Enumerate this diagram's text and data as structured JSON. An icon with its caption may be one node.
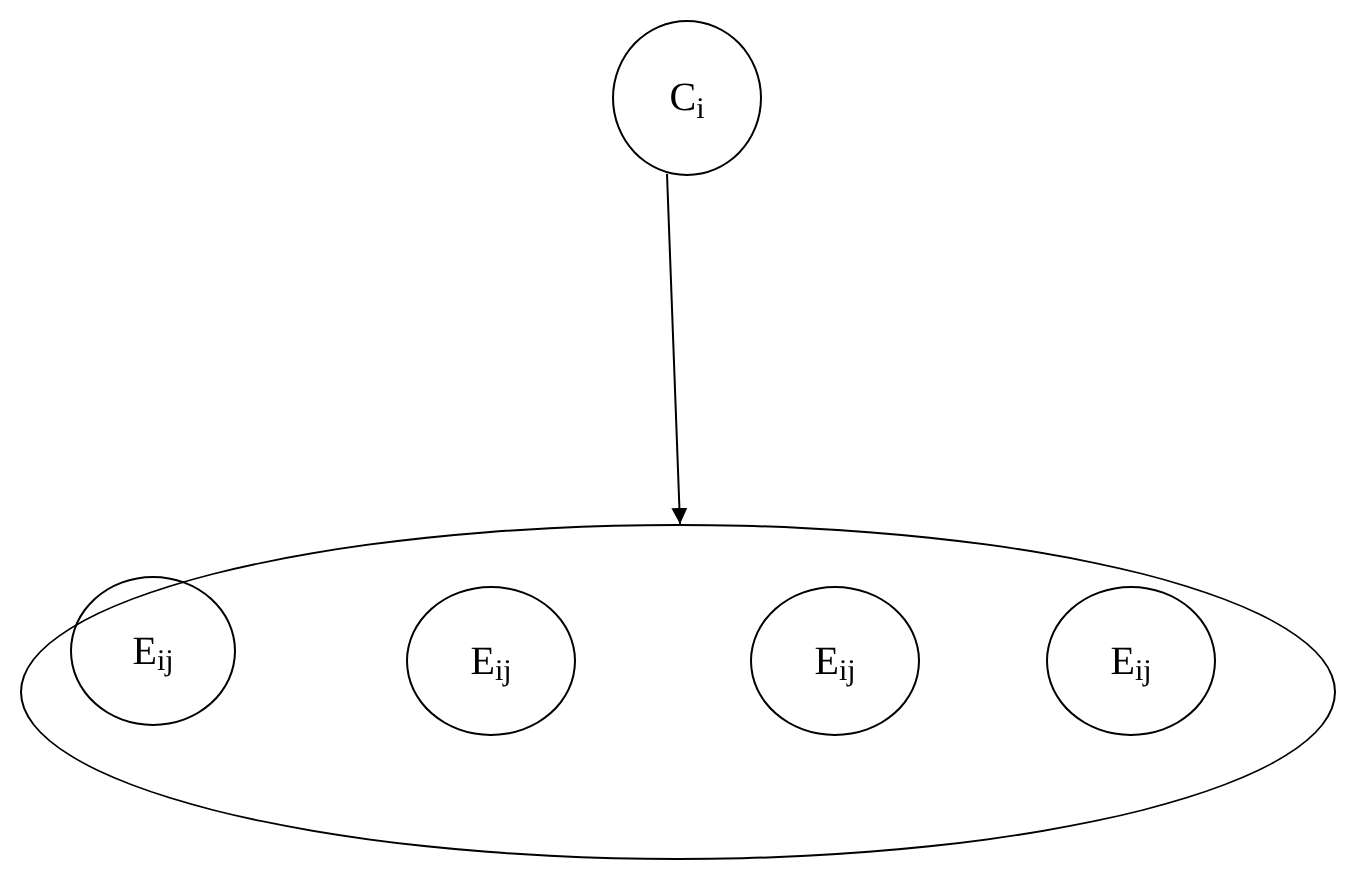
{
  "diagram": {
    "nodes": [
      {
        "text": [
          "C$_{i}$"
        ]
      },
      {
        "text": [],
        "shape": "ellipse"
      },
      {
        "text": [
          "E$_{ij}$"
        ],
        "in": 1
      },
      {
        "text": [
          "E$_{ij}$"
        ],
        "in": 1
      },
      {
        "text": [
          "E$_{ij}$"
        ],
        "in": 1
      },
      {
        "text": [
          "E$_{ij}$"
        ],
        "in": 1
      }
    ],
    "edges": [
      {
        "from": 0,
        "to": 1,
        "arrow": "to"
      }
    ]
  }
}
